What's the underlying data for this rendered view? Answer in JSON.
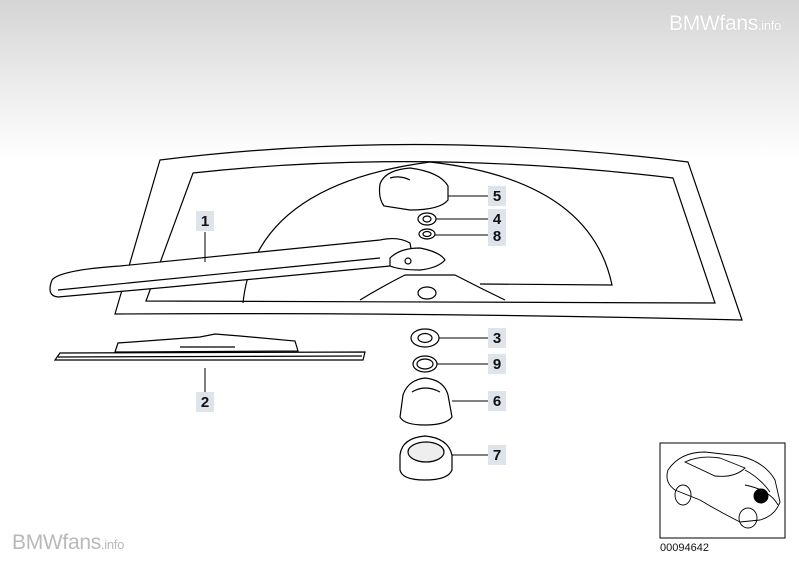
{
  "watermark": {
    "brand": "BMW",
    "site": "fans",
    "tld": ".info"
  },
  "callouts": [
    {
      "id": "1",
      "label": "1"
    },
    {
      "id": "2",
      "label": "2"
    },
    {
      "id": "3",
      "label": "3"
    },
    {
      "id": "4",
      "label": "4"
    },
    {
      "id": "5",
      "label": "5"
    },
    {
      "id": "6",
      "label": "6"
    },
    {
      "id": "7",
      "label": "7"
    },
    {
      "id": "8",
      "label": "8"
    },
    {
      "id": "9",
      "label": "9"
    }
  ],
  "diagram_code": "00094642"
}
